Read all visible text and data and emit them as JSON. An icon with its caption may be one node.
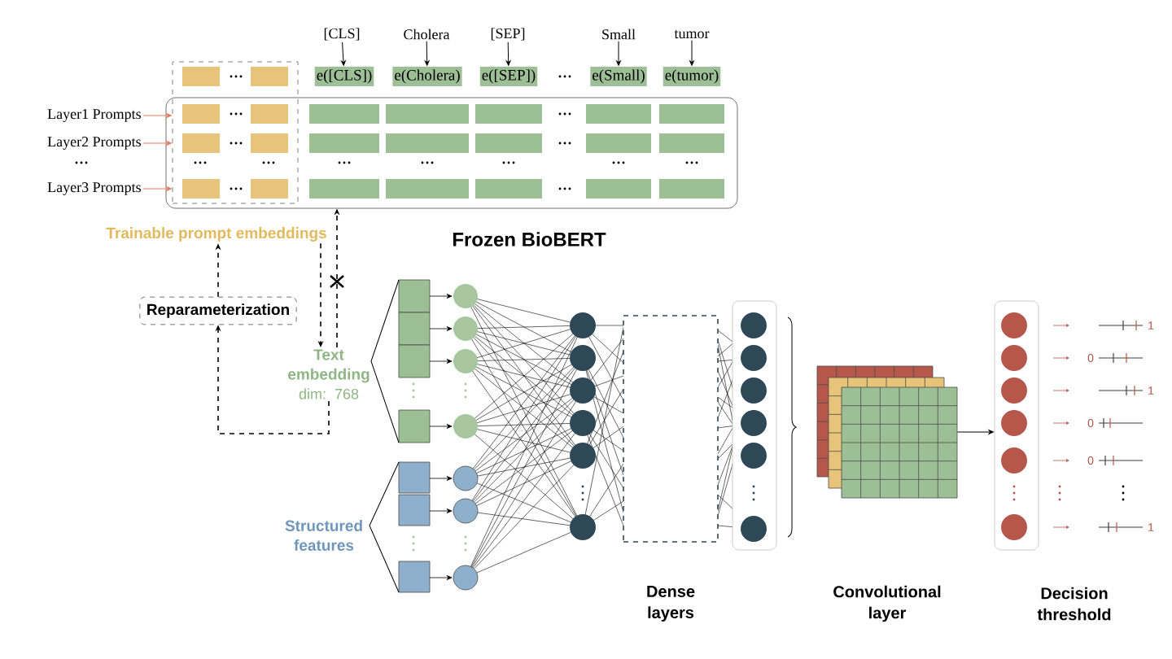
{
  "diagram": {
    "nodes": [
      {
        "text": [
          "[CLS]"
        ]
      },
      {
        "text": [
          "Cholera"
        ]
      },
      {
        "text": [
          "[SEP]"
        ]
      },
      {
        "text": [
          "Small"
        ]
      },
      {
        "text": [
          "tumor"
        ]
      },
      {
        "text": [
          "e([CLS])"
        ]
      },
      {
        "text": [
          "e(Cholera)"
        ]
      },
      {
        "text": [
          "e([SEP])"
        ]
      },
      {
        "text": [
          "e(Small)"
        ]
      },
      {
        "text": [
          "e(tumor)"
        ]
      },
      {
        "text": [
          "Frozen BioBERT"
        ]
      },
      {
        "text": [
          "Trainable prompt embeddings"
        ]
      },
      {
        "text": [
          "Layer1 Prompts"
        ]
      },
      {
        "text": [
          "Layer2 Prompts"
        ]
      },
      {
        "text": [
          "Layer3 Prompts"
        ]
      },
      {
        "text": [
          "Reparameterization"
        ]
      },
      {
        "text": [
          "Text embedding",
          "dim: 768"
        ]
      },
      {
        "text": [
          "Structured features"
        ]
      },
      {
        "text": [
          "Dense layers"
        ]
      },
      {
        "text": [],
        "shape": "box"
      },
      {
        "text": [
          "Decision threshold"
        ]
      }
    ],
    "edges": [
      {
        "from": 0,
        "to": 5,
        "arrow": "to"
      },
      {
        "from": 1,
        "to": 6,
        "arrow": "to"
      },
      {
        "from": 2,
        "to": 7,
        "arrow": "to"
      },
      {
        "from": 3,
        "to": 8,
        "arrow": "to"
      },
      {
        "from": 4,
        "to": 9,
        "arrow": "to"
      },
      {
        "from": 12,
        "to": 11,
        "arrow": "to",
        "color": "#e07b5f"
      },
      {
        "from": 13,
        "to": 11,
        "arrow": "to",
        "color": "#e07b5f"
      },
      {
        "from": 14,
        "to": 11,
        "arrow": "to",
        "color": "#e07b5f"
      },
      {
        "from": 15,
        "to": 11,
        "arrow": "to",
        "style": "dashed"
      },
      {
        "from": 11,
        "to": 16,
        "arrow": "to",
        "style": "dashed"
      },
      {
        "from": 16,
        "to": 10,
        "arrow": "to",
        "style": "dashed"
      },
      {
        "from": 16,
        "to": 15,
        "arrow": "to",
        "style": "dashed"
      },
      {
        "from": 19,
        "to": 20,
        "arrow": "to"
      }
    ],
    "labels": [
      "1",
      "0",
      "1",
      "0",
      "0",
      "1",
      "Convolutional layer"
    ]
  }
}
